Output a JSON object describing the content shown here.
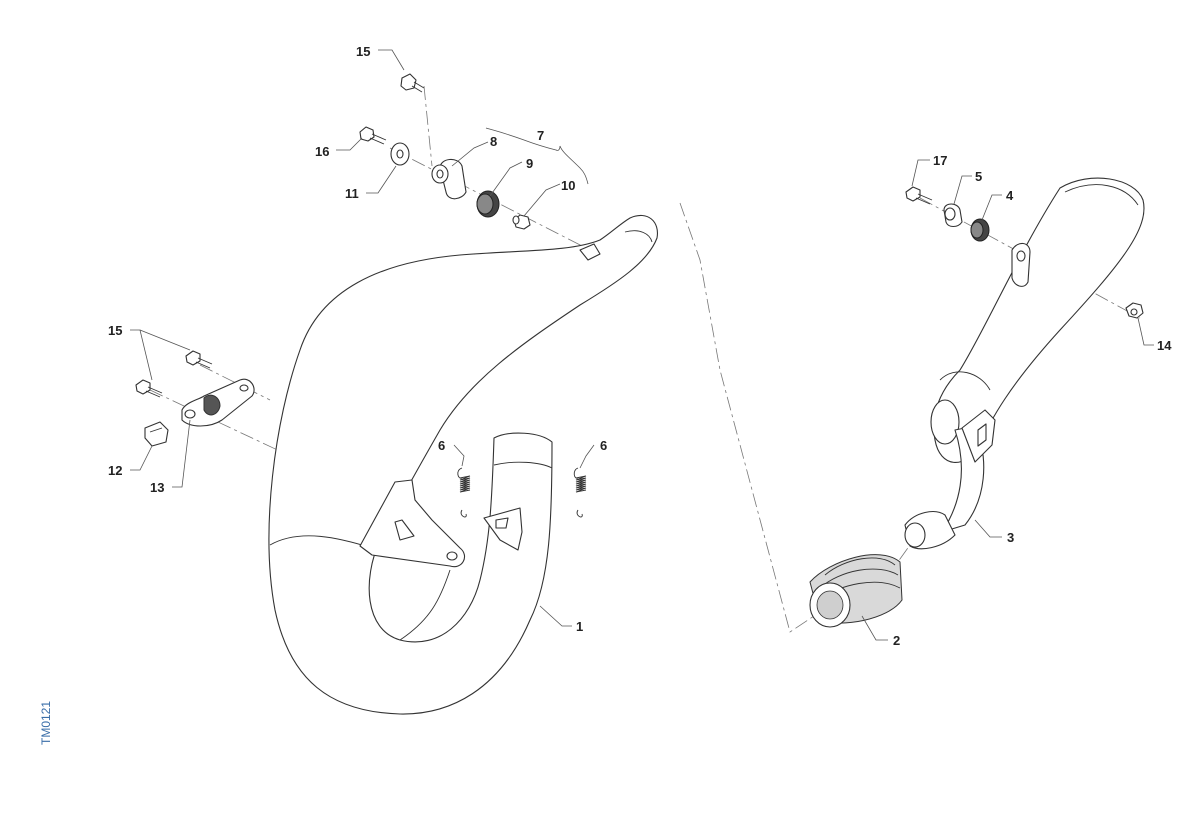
{
  "diagram": {
    "ref_code": "TM0121",
    "callouts": {
      "c1": "1",
      "c2": "2",
      "c3": "3",
      "c4": "4",
      "c5": "5",
      "c6a": "6",
      "c6b": "6",
      "c7": "7",
      "c8": "8",
      "c9": "9",
      "c10": "10",
      "c11": "11",
      "c12": "12",
      "c13": "13",
      "c14": "14",
      "c15a": "15",
      "c15b": "15",
      "c16": "16",
      "c17": "17"
    }
  }
}
